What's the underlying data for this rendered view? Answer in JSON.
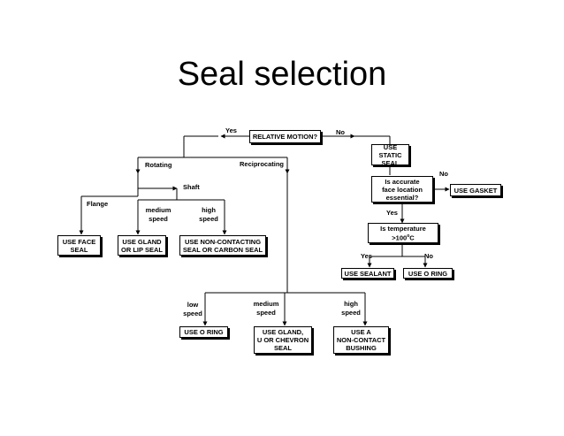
{
  "title": "Seal selection",
  "nodes": {
    "relative_motion": "RELATIVE MOTION?",
    "static_seal": "USE STATIC\nSEAL",
    "face_location": "Is accurate\nface location\nessential?",
    "gasket": "USE GASKET",
    "temperature_prefix": "Is temperature\n>100",
    "temperature_sup": "o",
    "temperature_suffix": "C",
    "sealant": "USE SEALANT",
    "o_ring_right": "USE O RING",
    "face_seal": "USE FACE\nSEAL",
    "gland_lip": "USE GLAND\nOR LIP SEAL",
    "non_contacting_seal": "USE NON-CONTACTING\nSEAL OR CARBON SEAL",
    "o_ring_bottom": "USE O RING",
    "gland_chevron": "USE GLAND,\nU OR CHEVRON\nSEAL",
    "non_contact_bushing": "USE A\nNON-CONTACT\nBUSHING"
  },
  "labels": {
    "yes_top": "Yes",
    "no_top": "No",
    "rotating": "Rotating",
    "reciprocating": "Reciprocating",
    "no_gasket": "No",
    "shaft": "Shaft",
    "flange": "Flange",
    "medium_speed_rot": "medium\nspeed",
    "high_speed_rot": "high\nspeed",
    "yes_face": "Yes",
    "yes_temp": "Yes",
    "no_temp": "No",
    "low_speed": "low\nspeed",
    "medium_speed_rec": "medium\nspeed",
    "high_speed_rec": "high\nspeed"
  }
}
